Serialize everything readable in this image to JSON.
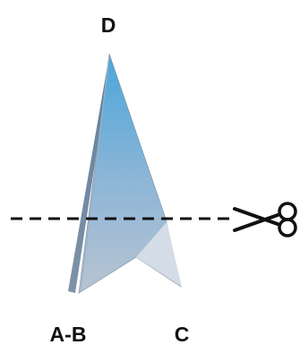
{
  "labels": {
    "top": "D",
    "bottom_left": "A-B",
    "bottom_right": "C"
  },
  "colors": {
    "fold_top": "#4aa6dc",
    "fold_bottom": "#b8c4d2",
    "back_layer": "#7f92a6",
    "flap": "#d4dde7",
    "cut_line": "#111111",
    "scissors": "#111111",
    "label": "#111111"
  },
  "icons": {
    "scissors": "scissors-icon"
  }
}
